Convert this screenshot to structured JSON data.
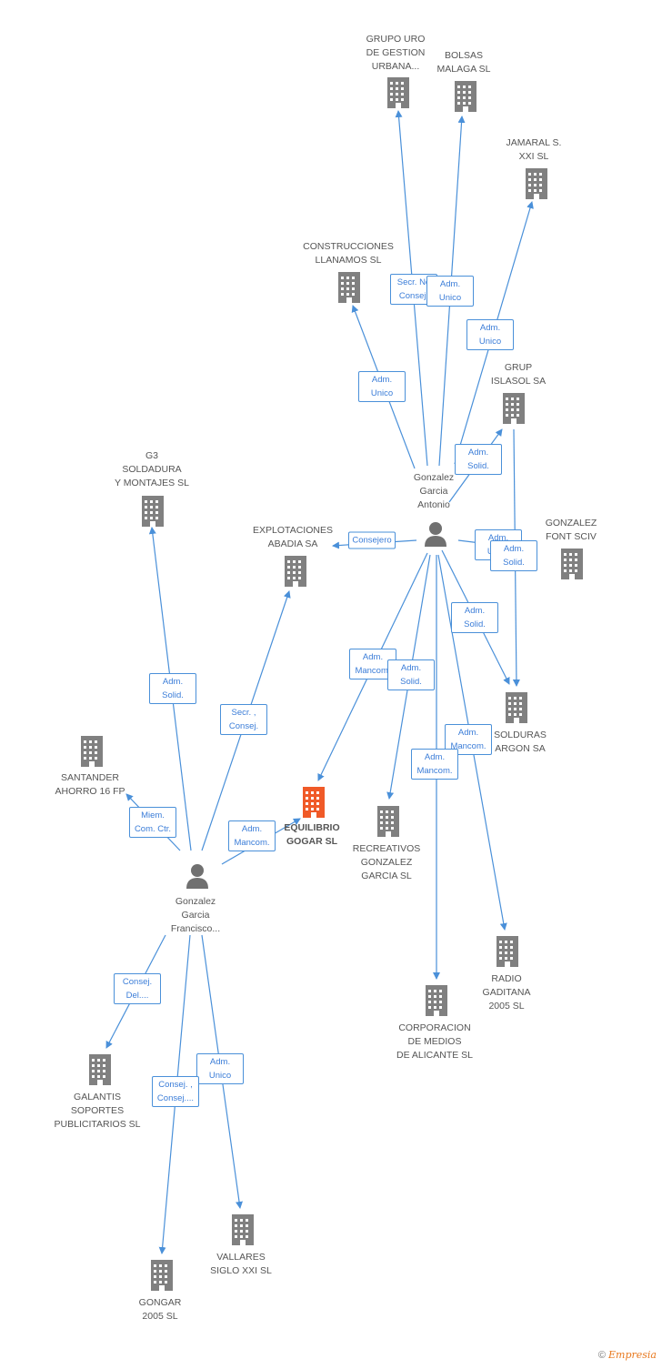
{
  "colors": {
    "edge": "#4a90d9",
    "building": "#808080",
    "focus_building": "#f05a28",
    "person": "#707070"
  },
  "nodes": [
    {
      "id": "grupo_uro",
      "type": "company",
      "label": "GRUPO URO\nDE GESTION\nURBANA..."
    },
    {
      "id": "bolsas",
      "type": "company",
      "label": "BOLSAS\nMALAGA SL"
    },
    {
      "id": "jamaral",
      "type": "company",
      "label": "JAMARAL S.\nXXI SL"
    },
    {
      "id": "construcciones",
      "type": "company",
      "label": "CONSTRUCCIONES\nLLANAMOS SL"
    },
    {
      "id": "grup_islasol",
      "type": "company",
      "label": "GRUP\nISLASOL SA"
    },
    {
      "id": "gonzalez_antonio",
      "type": "person",
      "label": "Gonzalez\nGarcia\nAntonio"
    },
    {
      "id": "g3",
      "type": "company",
      "label": "G3\nSOLDADURA\nY MONTAJES SL"
    },
    {
      "id": "explotaciones",
      "type": "company",
      "label": "EXPLOTACIONES\nABADIA SA"
    },
    {
      "id": "gonzalez_font",
      "type": "company",
      "label": "GONZALEZ\nFONT SCIV"
    },
    {
      "id": "soldaduras",
      "type": "company",
      "label": "SOLDURAS\nARGON SA"
    },
    {
      "id": "santander",
      "type": "company",
      "label": "SANTANDER\nAHORRO 16 FP"
    },
    {
      "id": "equilibrio",
      "type": "company",
      "focus": true,
      "label": "EQUILIBRIO\nGOGAR SL"
    },
    {
      "id": "recreativos",
      "type": "company",
      "label": "RECREATIVOS\nGONZALEZ\nGARCIA SL"
    },
    {
      "id": "gonzalez_francisco",
      "type": "person",
      "label": "Gonzalez\nGarcia\nFrancisco..."
    },
    {
      "id": "radio",
      "type": "company",
      "label": "RADIO\nGADITANA\n2005 SL"
    },
    {
      "id": "corporacion",
      "type": "company",
      "label": "CORPORACION\nDE MEDIOS\nDE ALICANTE SL"
    },
    {
      "id": "galantis",
      "type": "company",
      "label": "GALANTIS\nSOPORTES\nPUBLICITARIOS SL"
    },
    {
      "id": "vallares",
      "type": "company",
      "label": "VALLARES\nSIGLO XXI SL"
    },
    {
      "id": "gongar",
      "type": "company",
      "label": "GONGAR\n2005 SL"
    }
  ],
  "edges": [
    {
      "from": "gonzalez_antonio",
      "to": "grupo_uro",
      "label": "Secr.  No\nConsej."
    },
    {
      "from": "gonzalez_antonio",
      "to": "bolsas",
      "label": "Adm.\nUnico"
    },
    {
      "from": "gonzalez_antonio",
      "to": "jamaral",
      "label": "Adm.\nUnico"
    },
    {
      "from": "gonzalez_antonio",
      "to": "construcciones",
      "label": "Adm.\nUnico"
    },
    {
      "from": "gonzalez_antonio",
      "to": "grup_islasol",
      "label": "Adm.\nSolid."
    },
    {
      "from": "gonzalez_antonio",
      "to": "explotaciones",
      "label": "Consejero"
    },
    {
      "from": "gonzalez_antonio",
      "to": "gonzalez_font",
      "label": "Adm.\nUnico"
    },
    {
      "from": "grup_islasol",
      "to": "soldaduras",
      "label": "Adm.\nSolid."
    },
    {
      "from": "gonzalez_antonio",
      "to": "soldaduras",
      "label": "Adm.\nSolid."
    },
    {
      "from": "gonzalez_antonio",
      "to": "equilibrio",
      "label": "Adm.\nMancom."
    },
    {
      "from": "gonzalez_antonio",
      "to": "recreativos",
      "label": "Adm.\nSolid."
    },
    {
      "from": "gonzalez_antonio",
      "to": "radio",
      "label": "Adm.\nMancom."
    },
    {
      "from": "gonzalez_antonio",
      "to": "corporacion",
      "label": "Adm.\nMancom."
    },
    {
      "from": "gonzalez_francisco",
      "to": "g3",
      "label": "Adm.\nSolid."
    },
    {
      "from": "gonzalez_francisco",
      "to": "explotaciones",
      "label": "Secr. ,\nConsej."
    },
    {
      "from": "gonzalez_francisco",
      "to": "santander",
      "label": "Miem.\nCom. Ctr."
    },
    {
      "from": "gonzalez_francisco",
      "to": "equilibrio",
      "label": "Adm.\nMancom."
    },
    {
      "from": "gonzalez_francisco",
      "to": "galantis",
      "label": "Consej.\nDel...."
    },
    {
      "from": "gonzalez_francisco",
      "to": "vallares",
      "label": "Adm.\nUnico"
    },
    {
      "from": "gonzalez_francisco",
      "to": "gongar",
      "label": "Consej. ,\nConsej...."
    }
  ],
  "footer": {
    "copyright": "©",
    "brand": "Empresia"
  }
}
